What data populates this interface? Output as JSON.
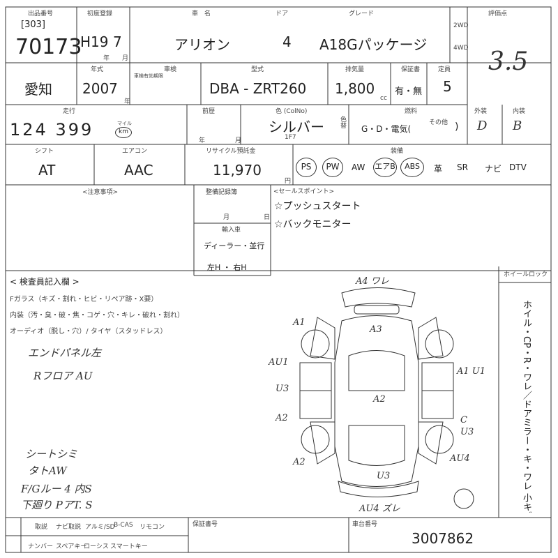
{
  "header": {
    "lot_label": "出品番号",
    "lot_code": "[303]",
    "lot_number": "70173",
    "reg_label": "初度登録",
    "era_year": "H19",
    "month": "7",
    "nen": "年",
    "tsuki": "月",
    "model_label": "車　名",
    "model": "アリオン",
    "door_label": "ドア",
    "doors": "4",
    "grade_label": "グレード",
    "grade": "A18Gパッケージ",
    "drive_2wd": "2WD",
    "drive_4wd": "4WD",
    "score_label": "評価点",
    "score": "3.5"
  },
  "row2": {
    "pref": "愛知",
    "year_label": "年式",
    "year": "2007",
    "nen": "年",
    "inspection_label": "車検",
    "inspection_note": "車検有効期限",
    "type_label": "型式",
    "model_type": "DBA - ZRT260",
    "cc_label": "排気量",
    "displacement": "1,800",
    "cc": "cc",
    "warranty_label": "保証書",
    "warranty": "有・無",
    "capacity_label": "定員",
    "capacity": "5"
  },
  "row3": {
    "mileage_label": "走行",
    "mileage": "124 399",
    "km": "km",
    "mile": "マイル",
    "history_label": "前歴",
    "history_nen": "年",
    "history_tsuki": "月",
    "color_label": "色 (ColNo)",
    "color": "シルバー",
    "color_code": "1F7",
    "color_change": "色替",
    "fuel_label": "燃料",
    "fuel": "G・D・電気(",
    "fuel_other": "その他",
    "fuel_close": ")",
    "exterior_label": "外装",
    "exterior": "D",
    "interior_label": "内装",
    "interior": "B"
  },
  "row4": {
    "shift_label": "シフト",
    "shift": "AT",
    "ac_label": "エアコン",
    "ac": "AAC",
    "recycle_label": "リサイクル預託金",
    "recycle": "11,970",
    "yen": "円",
    "equip_label": "装備",
    "equipment": [
      "PS",
      "PW",
      "AW",
      "エアB",
      "ABS",
      "革",
      "SR",
      "ナビ",
      "DTV"
    ]
  },
  "notes": {
    "caution_label": "<注意事項>",
    "record_label": "整備記録簿",
    "record_month": "月",
    "record_day": "日",
    "import_label": "輸入車",
    "import_value": "ディーラー・並行",
    "hand_value": "左H ・ 右H",
    "sales_label": "<セールスポイント>",
    "sales_points": [
      "☆プッシュスタート",
      "☆バックモニター"
    ]
  },
  "inspector": {
    "title": "< 検査員記入欄 >",
    "line1": "Fガラス（キズ・割れ・ヒビ・リペア跡・X要）",
    "line2": "内装（汚・臭・破・焦・コゲ・穴・キレ・破れ・割れ）",
    "line3": "オーディオ（脱し・穴）/ タイヤ（スタッドレス）",
    "notes": [
      "エンドパネル左",
      "Rフロア AU",
      "シートシミ",
      "タトAW",
      "F/Gルー 4 内S",
      "下廻り PアT. S"
    ]
  },
  "diagram": {
    "labels": [
      "A4 ワレ",
      "A1",
      "A3",
      "AU1",
      "U3",
      "A1 U1",
      "A2",
      "A2",
      "C",
      "U3",
      "A2",
      "AU4",
      "U3",
      "AU4 ズレ"
    ]
  },
  "side": {
    "wheel_lock": "ホイールロック",
    "vertical_text": "ホイル・CP・R・ワレ／ドアミラー・キ・ワレ 小キズ 小凹 補修有"
  },
  "footer": {
    "items_top": [
      "取説",
      "ナビ取説",
      "アルミ/SD",
      "B-CAS",
      "リモコン"
    ],
    "items_bottom": [
      "ナンバー",
      "スペアキー",
      "ローシス",
      "スマートキー"
    ],
    "chassis_label": "保証書号",
    "frame_label": "車台番号",
    "frame_number": "3007862"
  }
}
